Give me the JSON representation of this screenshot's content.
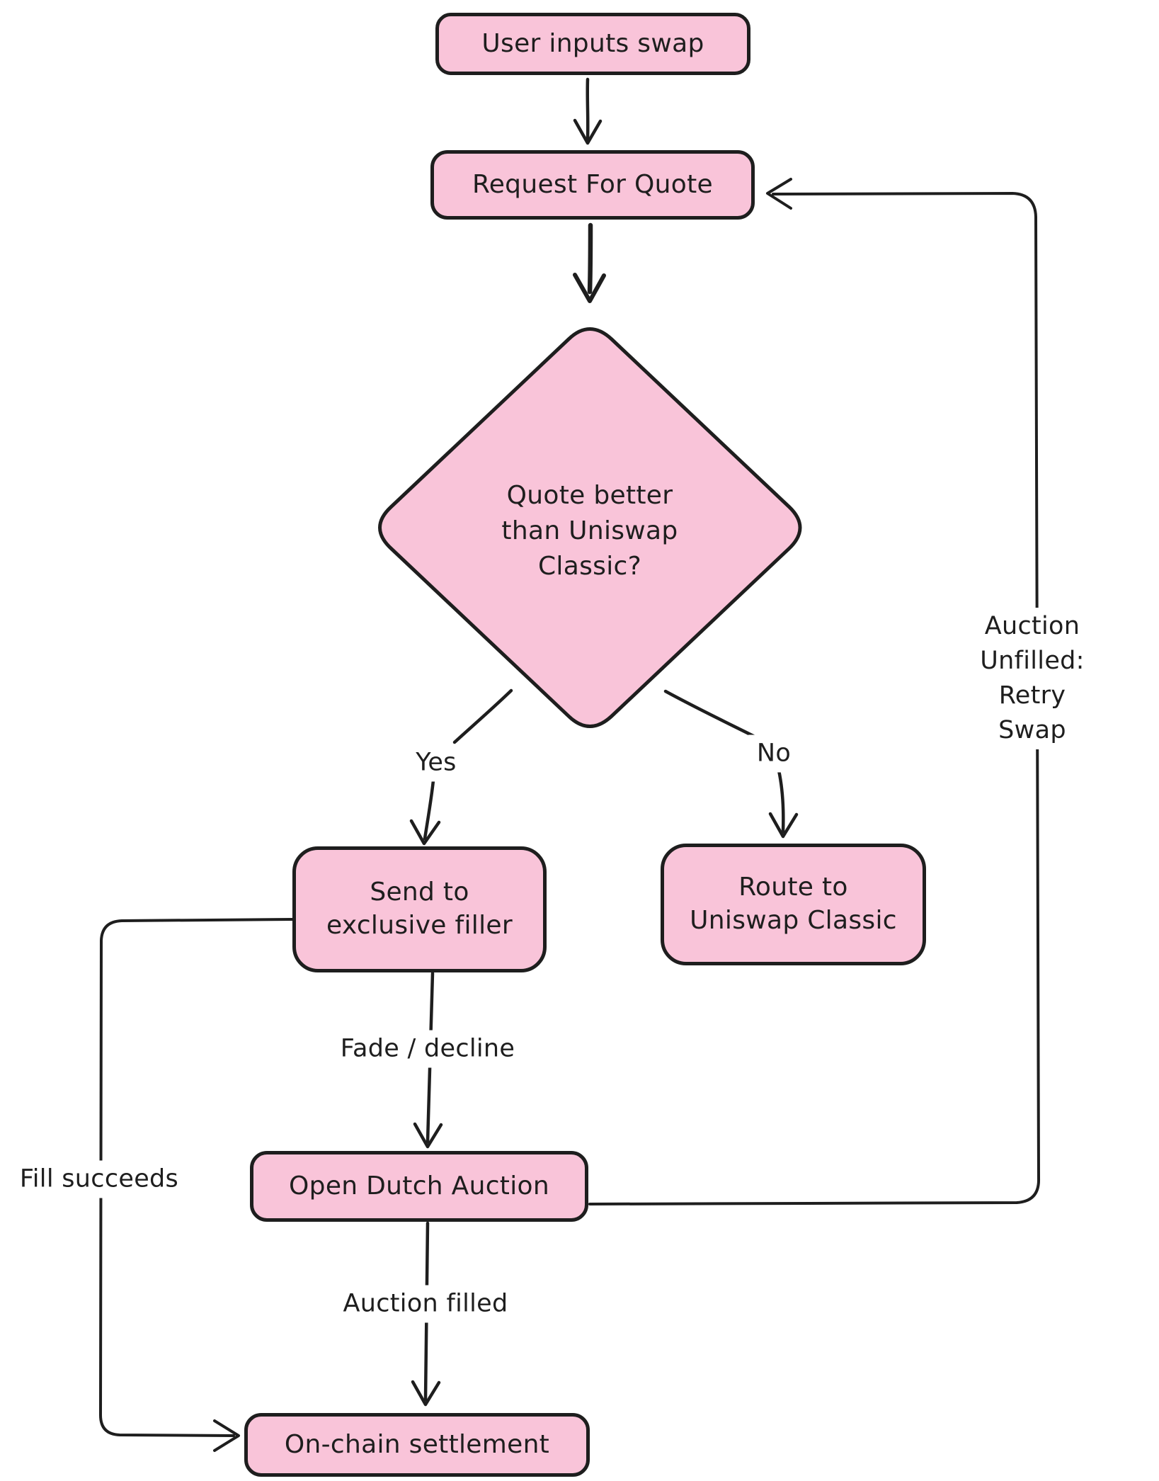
{
  "colors": {
    "background": "#ffffff",
    "node_fill": "#f9c4d9",
    "stroke": "#1e1e1e",
    "text": "#1e1e1e"
  },
  "nodes": {
    "user_inputs_swap": {
      "label": "User inputs swap",
      "shape": "rounded-rect"
    },
    "request_for_quote": {
      "label": "Request For Quote",
      "shape": "rounded-rect"
    },
    "quote_better_decision": {
      "label": "Quote better\nthan Uniswap\nClassic?",
      "shape": "diamond"
    },
    "send_to_exclusive_filler": {
      "label": "Send to\nexclusive filler",
      "shape": "rounded-rect"
    },
    "route_to_uniswap_classic": {
      "label": "Route to\nUniswap Classic",
      "shape": "rounded-rect"
    },
    "open_dutch_auction": {
      "label": "Open Dutch Auction",
      "shape": "rounded-rect"
    },
    "on_chain_settlement": {
      "label": "On-chain settlement",
      "shape": "rounded-rect"
    }
  },
  "edge_labels": {
    "yes": "Yes",
    "no": "No",
    "fade_decline": "Fade / decline",
    "auction_filled": "Auction filled",
    "fill_succeeds": "Fill succeeds",
    "auction_unfilled_retry": "Auction Unfilled:\nRetry Swap"
  },
  "edges": [
    {
      "from": "user_inputs_swap",
      "to": "request_for_quote",
      "label": ""
    },
    {
      "from": "request_for_quote",
      "to": "quote_better_decision",
      "label": ""
    },
    {
      "from": "quote_better_decision",
      "to": "send_to_exclusive_filler",
      "label": "Yes"
    },
    {
      "from": "quote_better_decision",
      "to": "route_to_uniswap_classic",
      "label": "No"
    },
    {
      "from": "send_to_exclusive_filler",
      "to": "open_dutch_auction",
      "label": "Fade / decline"
    },
    {
      "from": "open_dutch_auction",
      "to": "on_chain_settlement",
      "label": "Auction filled"
    },
    {
      "from": "open_dutch_auction",
      "to": "request_for_quote",
      "label": "Auction Unfilled:\nRetry Swap"
    },
    {
      "from": "send_to_exclusive_filler",
      "to": "on_chain_settlement",
      "label": "Fill succeeds"
    }
  ]
}
